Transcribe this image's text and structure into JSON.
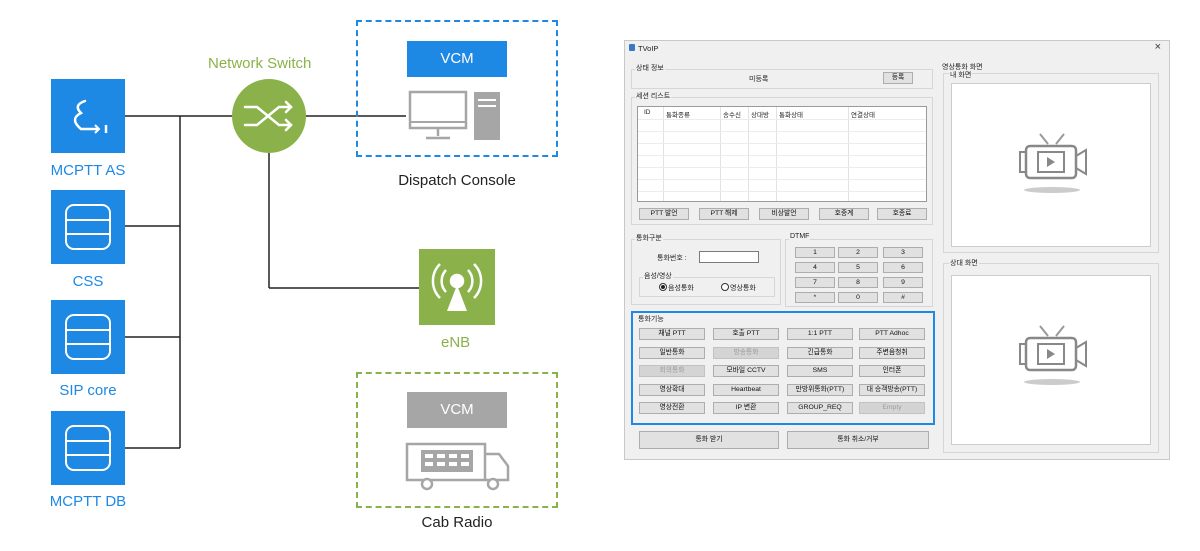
{
  "diagram": {
    "left_nodes": [
      {
        "label": "MCPTT AS",
        "icon": "mcptt-as-icon"
      },
      {
        "label": "CSS",
        "icon": "database-icon"
      },
      {
        "label": "SIP core",
        "icon": "database-icon"
      },
      {
        "label": "MCPTT DB",
        "icon": "database-icon"
      }
    ],
    "switch_label": "Network Switch",
    "enb_label": "eNB",
    "vcm_label": "VCM",
    "dispatch_caption": "Dispatch Console",
    "cab_caption": "Cab Radio",
    "colors": {
      "blue": "#1e88e5",
      "green": "#8bb24a",
      "gray": "#a6a6a6",
      "line": "#222222"
    }
  },
  "app": {
    "title": "TVoIP",
    "close": "×",
    "status_group": "상태 정보",
    "status_value": "미등록",
    "register_button": "등록",
    "session_group": "세션 리스트",
    "session_columns": [
      "ID",
      "통화종류",
      "송수신",
      "상대방",
      "통화상태",
      "연결상태"
    ],
    "session_buttons": [
      "PTT 발언",
      "PTT 해제",
      "비상발언",
      "호중계",
      "호종료"
    ],
    "call_type_group": "통화구분",
    "call_number_label": "통화번호 :",
    "call_number_value": "",
    "av_group": "음성/영상",
    "radio_voice": "음성통화",
    "radio_video": "영상통화",
    "dtmf_group": "DTMF",
    "dtmf_keys": [
      "1",
      "2",
      "3",
      "4",
      "5",
      "6",
      "7",
      "8",
      "9",
      "*",
      "0",
      "#"
    ],
    "func_group": "통화기능",
    "func_buttons": [
      {
        "label": "채널 PTT",
        "enabled": true
      },
      {
        "label": "호출 PTT",
        "enabled": true
      },
      {
        "label": "1:1 PTT",
        "enabled": true
      },
      {
        "label": "PTT Adhoc",
        "enabled": true
      },
      {
        "label": "일반통화",
        "enabled": true
      },
      {
        "label": "방송통화",
        "enabled": false
      },
      {
        "label": "긴급통화",
        "enabled": true
      },
      {
        "label": "주변음청취",
        "enabled": true
      },
      {
        "label": "회의통화",
        "enabled": false
      },
      {
        "label": "모바일 CCTV",
        "enabled": true
      },
      {
        "label": "SMS",
        "enabled": true
      },
      {
        "label": "인터폰",
        "enabled": true
      },
      {
        "label": "영상확대",
        "enabled": true
      },
      {
        "label": "Heartbeat",
        "enabled": true
      },
      {
        "label": "만방위통화(PTT)",
        "enabled": true
      },
      {
        "label": "대 승객방송(PTT)",
        "enabled": true
      },
      {
        "label": "영상전환",
        "enabled": true
      },
      {
        "label": "IP 변환",
        "enabled": true
      },
      {
        "label": "GROUP_REQ",
        "enabled": true
      },
      {
        "label": "Empty",
        "enabled": false
      }
    ],
    "receive_button": "통화 받기",
    "cancel_button": "통화 취소/거부",
    "video_group": "영상통화 화면",
    "my_screen_label": "내 화면",
    "peer_screen_label": "상대 화면",
    "highlight_color": "#1e88e5"
  }
}
